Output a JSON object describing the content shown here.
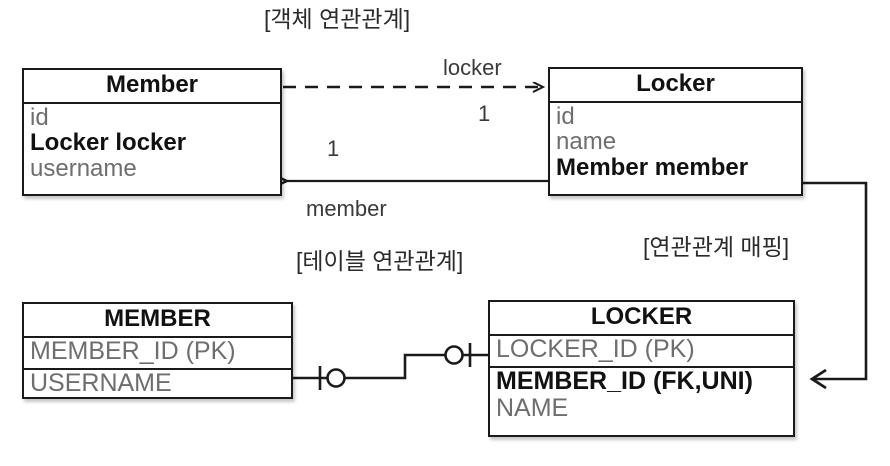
{
  "diagram": {
    "title": "JPA association mapping diagram",
    "captions": {
      "object_relation": "[객체 연관관계]",
      "table_relation": "[테이블 연관관계]",
      "association_mapping": "[연관관계 매핑]"
    },
    "colors": {
      "stroke": "#1a1a1a",
      "attribute_text": "#6e6e6e",
      "title_text": "#111111",
      "caption_text": "#2b2b2b",
      "background": "#ffffff"
    }
  },
  "class_diagram": {
    "member": {
      "name": "Member",
      "attributes": [
        {
          "text": "id",
          "bold": false
        },
        {
          "text": "Locker locker",
          "bold": true
        },
        {
          "text": "username",
          "bold": false
        }
      ]
    },
    "locker": {
      "name": "Locker",
      "attributes": [
        {
          "text": "id",
          "bold": false
        },
        {
          "text": "name",
          "bold": false
        },
        {
          "text": "Member member",
          "bold": true
        }
      ]
    },
    "edges": {
      "locker_label": "locker",
      "locker_multiplicity": "1",
      "member_label": "member",
      "member_multiplicity": "1"
    }
  },
  "table_diagram": {
    "member_table": {
      "name": "MEMBER",
      "columns": [
        {
          "text": "MEMBER_ID (PK)",
          "bold": false
        },
        {
          "text": "USERNAME",
          "bold": false
        }
      ]
    },
    "locker_table": {
      "name": "LOCKER",
      "columns": [
        {
          "text": "LOCKER_ID (PK)",
          "bold": false
        },
        {
          "text": "MEMBER_ID (FK,UNI)",
          "bold": true
        },
        {
          "text": "NAME",
          "bold": false
        }
      ]
    }
  }
}
